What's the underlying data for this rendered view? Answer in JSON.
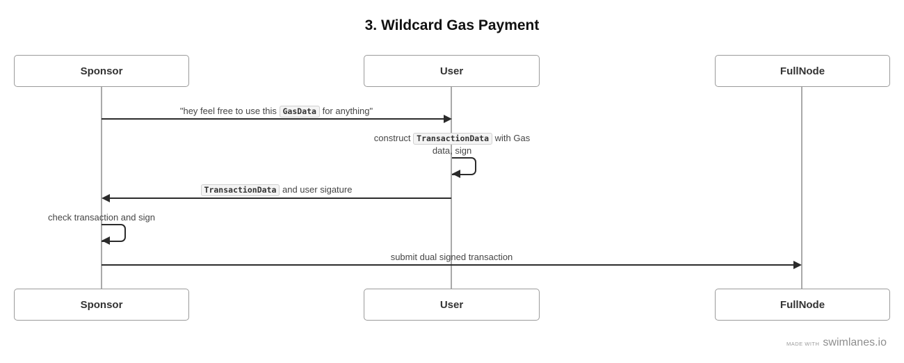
{
  "title": "3. Wildcard Gas Payment",
  "actors": [
    {
      "name": "Sponsor"
    },
    {
      "name": "User"
    },
    {
      "name": "FullNode"
    }
  ],
  "messages": [
    {
      "type": "arrow",
      "from": "Sponsor",
      "to": "User",
      "parts": [
        "\"hey feel free to use this ",
        "GasData",
        " for anything\""
      ]
    },
    {
      "type": "self",
      "actor": "User",
      "parts": [
        "construct ",
        "TransactionData",
        " with Gas data, sign"
      ]
    },
    {
      "type": "arrow",
      "from": "User",
      "to": "Sponsor",
      "parts": [
        "TransactionData",
        " and user sigature"
      ]
    },
    {
      "type": "self",
      "actor": "Sponsor",
      "parts": [
        "check transaction and sign"
      ]
    },
    {
      "type": "arrow",
      "from": "Sponsor",
      "to": "FullNode",
      "parts": [
        "submit dual signed transaction"
      ]
    }
  ],
  "footer": {
    "made_with": "Made with",
    "brand": "swimlanes.io"
  },
  "colors": {
    "arrow": "#2b2b2b",
    "lifeline": "#a9a9a9",
    "actor_border": "#9a9a9a",
    "code_background": "#f4f4f4",
    "text": "#454545"
  }
}
